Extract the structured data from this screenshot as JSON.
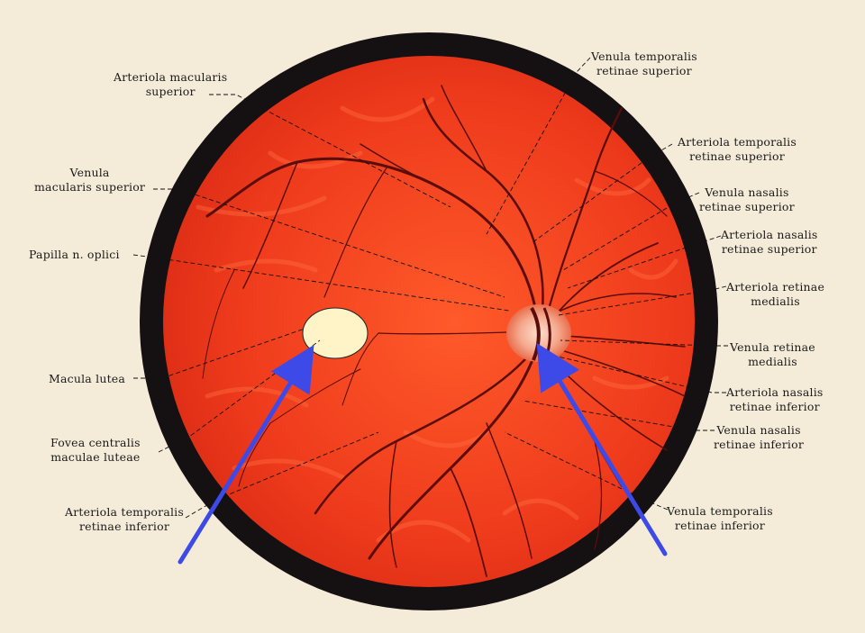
{
  "labels_left": {
    "arteriola_macularis_superior": [
      "Arteriola macularis",
      "superior"
    ],
    "venula_macularis_superior": [
      "Venula",
      "macularis superior"
    ],
    "papilla": [
      "Papilla n. oplici"
    ],
    "macula_lutea": [
      "Macula lutea"
    ],
    "fovea_centralis": [
      "Fovea centralis",
      "maculae luteae"
    ],
    "arteriola_temporalis_inferior": [
      "Arteriola temporalis",
      "retinae inferior"
    ]
  },
  "labels_right": {
    "venula_temporalis_superior": [
      "Venula temporalis",
      "retinae superior"
    ],
    "arteriola_temporalis_superior": [
      "Arteriola temporalis",
      "retinae superior"
    ],
    "venula_nasalis_superior": [
      "Venula nasalis",
      "retinae superior"
    ],
    "arteriola_nasalis_superior": [
      "Arteriola nasalis",
      "retinae superior"
    ],
    "arteriola_medialis": [
      "Arteriola retinae",
      "medialis"
    ],
    "venula_medialis": [
      "Venula retinae",
      "medialis"
    ],
    "arteriola_nasalis_inferior": [
      "Arteriola nasalis",
      "retinae inferior"
    ],
    "venula_nasalis_inferior": [
      "Venula nasalis",
      "retinae inferior"
    ],
    "venula_temporalis_inferior": [
      "Venula temporalis",
      "retinae inferior"
    ]
  },
  "colors": {
    "background": "#f4ecd9",
    "rim": "#151112",
    "fundus": "#ee3a1c",
    "vessel": "#5a0d0a",
    "macula": "#fff4c8",
    "arrow": "#3d4ae8"
  }
}
